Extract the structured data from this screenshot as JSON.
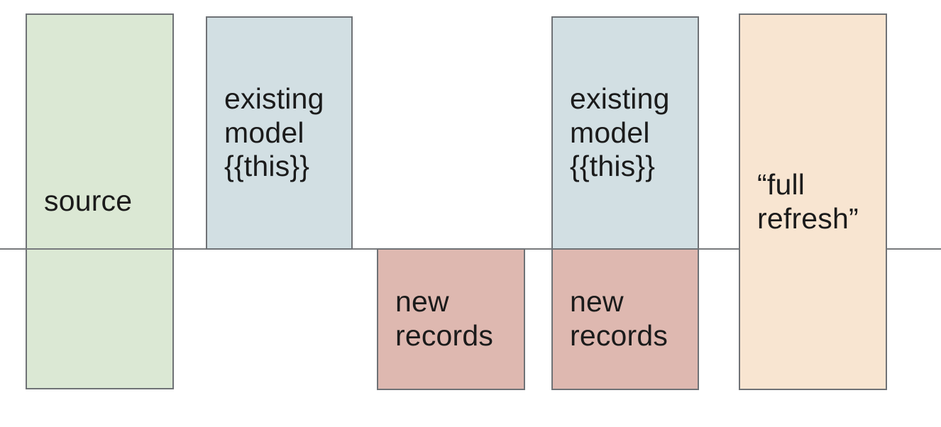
{
  "diagram": {
    "background": "#ffffff",
    "divider_line": {
      "orientation": "horizontal",
      "color": "#777a7d"
    },
    "boxes": {
      "source": {
        "label": "source",
        "fill": "#dbe8d4",
        "border": "#6f7276",
        "crosses_divider": true
      },
      "existing_model_1": {
        "label": "existing\nmodel\n{{this}}",
        "fill": "#d2dfe3",
        "border": "#6f7276",
        "position_relative_to_divider": "above"
      },
      "new_records_1": {
        "label": "new\nrecords",
        "fill": "#deb8b0",
        "border": "#6f7276",
        "position_relative_to_divider": "below"
      },
      "existing_model_2": {
        "label": "existing\nmodel\n{{this}}",
        "fill": "#d2dfe3",
        "border": "#6f7276",
        "position_relative_to_divider": "above"
      },
      "new_records_2": {
        "label": "new\nrecords",
        "fill": "#deb8b0",
        "border": "#6f7276",
        "position_relative_to_divider": "below"
      },
      "full_refresh": {
        "label": "“full\nrefresh”",
        "fill": "#f8e5d1",
        "border": "#6f7276",
        "crosses_divider": true
      }
    },
    "text_color": "#1b1b1b"
  }
}
